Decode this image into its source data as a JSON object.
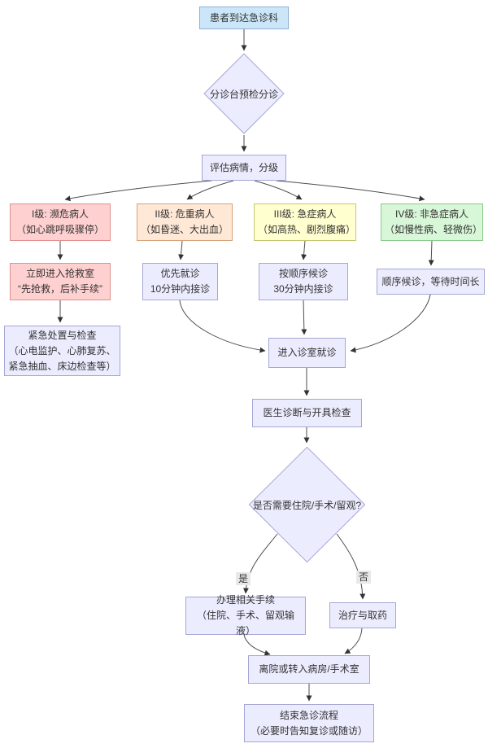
{
  "diagram_type": "flowchart",
  "colors": {
    "start_fill": "#cbe6f8",
    "start_border": "#8fb0d6",
    "default_fill": "#ececff",
    "default_border": "#a6a6d6",
    "level1_fill": "#ffd0d0",
    "level1_border": "#e09090",
    "level2_fill": "#ffe8d6",
    "level2_border": "#d6a27a",
    "level3_fill": "#ffffd0",
    "level3_border": "#c6c66e",
    "level4_fill": "#d8f6d8",
    "level4_border": "#8cc98c",
    "edge_stroke": "#4d4d4d",
    "edge_label_bg": "#e8e8e8"
  },
  "nodes": {
    "start": {
      "label": "患者到达急诊科"
    },
    "triage": {
      "label": "分诊台预检分诊"
    },
    "assess": {
      "label": "评估病情，分级"
    },
    "level1": {
      "lines": [
        "I级: 濒危病人",
        "（如心跳呼吸骤停）"
      ]
    },
    "level2": {
      "lines": [
        "II级: 危重病人",
        "（如昏迷、大出血）"
      ]
    },
    "level3": {
      "lines": [
        "III级: 急症病人",
        "（如高热、剧烈腹痛）"
      ]
    },
    "level4": {
      "lines": [
        "IV级: 非急症病人",
        "（如慢性病、轻微伤）"
      ]
    },
    "rescue": {
      "lines": [
        "立即进入抢救室",
        "“先抢救，后补手续”"
      ]
    },
    "priority": {
      "lines": [
        "优先就诊",
        "10分钟内接诊"
      ]
    },
    "queue30": {
      "lines": [
        "按顺序候诊",
        "30分钟内接诊"
      ]
    },
    "wait": {
      "label": "顺序候诊，等待时间长"
    },
    "emergency": {
      "lines": [
        "紧急处置与检查",
        "（心电监护、心肺复苏、",
        "紧急抽血、床边检查等）"
      ]
    },
    "consult": {
      "label": "进入诊室就诊"
    },
    "diagnose": {
      "label": "医生诊断与开具检查"
    },
    "decision": {
      "label": "是否需要住院/手术/留观?"
    },
    "procedures": {
      "lines": [
        "办理相关手续",
        "（住院、手术、留观输液）"
      ]
    },
    "treatment": {
      "label": "治疗与取药"
    },
    "discharge": {
      "label": "离院或转入病房/手术室"
    },
    "end": {
      "lines": [
        "结束急诊流程",
        "（必要时告知复诊或随访）"
      ]
    }
  },
  "edge_labels": {
    "yes": "是",
    "no": "否"
  }
}
